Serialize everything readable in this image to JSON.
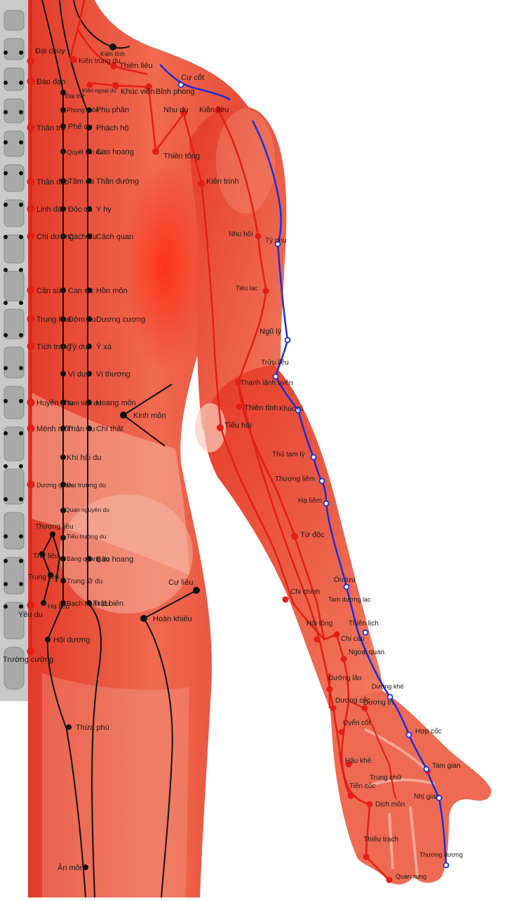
{
  "colors": {
    "muscle": "#e8412f",
    "muscle_dark": "#c42018",
    "muscle_light": "#f6a58f",
    "bone": "#b9b9b9",
    "meridian_red": "#e41e13",
    "meridian_black": "#111111",
    "meridian_blue": "#1b2fd6"
  },
  "labels": {
    "dai_chuy": "Đại chùy",
    "dao_dao": "Đào đạo",
    "than_tru": "Thân trụ",
    "than_dao": "Thần đạo",
    "linh_dai": "Linh đài",
    "chi_duong": "Chí dương",
    "can_suc": "Cân súc",
    "trung_khu": "Trung khu",
    "tich_trung": "Tích trung",
    "huyen_khu": "Huyền khu",
    "menh_mon": "Mệnh môn",
    "duong_quan": "Dương quan",
    "yeu_du": "Yêu du",
    "truong_cuong": "Trường cường",
    "kien_trung_du": "Kiên trung du",
    "kien_tinh": "Kiên tỉnh",
    "thien_lieu": "Thiên liêu",
    "kien_ngoai_du": "Kiên ngoại du",
    "khuc_vien": "Khúc viên",
    "binh_phong": "Bỉnh phong",
    "cu_cot": "Cự cốt",
    "nhu_du": "Nhu du",
    "kien_lieu": "Kiên liêu",
    "thien_tong": "Thiên tông",
    "kien_trinh": "Kiên trinh",
    "dai_tru": "Đại trữ",
    "phong_mon": "Phong môn",
    "phe_du": "Phế du",
    "quyet_am_du": "Quyết âm du",
    "tam_du": "Tâm du",
    "doc_du": "Đốc du",
    "cach_du": "Cách du",
    "can_du": "Can du",
    "dom_du": "Đởm du",
    "ty_du": "Tỳ du",
    "vi_du": "Vị du",
    "tam_tieu_du": "Tam tiêu du",
    "than_du": "Thận du",
    "khi_hai_du": "Khí hải du",
    "dai_truong_du": "Đại trường du",
    "quan_nguyen_du": "Quan nguyên du",
    "tieu_truong_du": "Tiểu trường du",
    "bang_quang_du": "Bàng quang du",
    "trung_lu_du": "Trung lữ du",
    "bach_hoan_du": "Bạch hoàn du",
    "thuong_lieu": "Thượng liêu",
    "thu_lieu": "Thứ liêu",
    "trung_lieu": "Trung liêu",
    "ha_lieu": "Hạ liêu",
    "hoi_duong": "Hội dương",
    "phu_phan": "Phụ phân",
    "phach_ho": "Phách hộ",
    "cao_hoang": "Cao hoang",
    "than_duong": "Thần đường",
    "y_hy": "Y hy",
    "cach_quan": "Cách quan",
    "hon_mon": "Hồn môn",
    "duong_cuong": "Dương cương",
    "y_xa": "Ý xá",
    "vi_thuong": "Vị thương",
    "hoang_mon": "Hoang môn",
    "chi_that": "Chí thất",
    "bao_hoang": "Bào hoang",
    "trat_bien": "Trật biên",
    "kinh_mon": "Kinh môn",
    "cu_lieu": "Cư liêu",
    "hoan_khieu": "Hoàn khiêu",
    "thua_phu": "Thừa phù",
    "an_mon": "Ân môn",
    "ty_nhu": "Tý nhu",
    "nhu_hoi": "Nhu hội",
    "tieu_lac": "Tiêu lạc",
    "ngu_ly": "Ngũ lý",
    "tru_lieu": "Trửu liêu",
    "thanh_lanh_uyen": "Thanh lãnh uyên",
    "thien_tinh": "Thiên tỉnh",
    "tieu_hai": "Tiểu hải",
    "khuc_tri": "Khúc trì",
    "thu_tam_ly": "Thủ tam lý",
    "thuong_liem": "Thượng liêm",
    "ha_liem": "Hạ liêm",
    "tu_doc": "Tứ độc",
    "on_luu": "Ôn lưu",
    "chi_chinh": "Chi chính",
    "tam_duong_lac": "Tam dương lạc",
    "hoi_tong": "Hội tông",
    "chi_cau": "Chi câu",
    "thien_lich": "Thiên lịch",
    "ngoai_quan": "Ngoại quan",
    "duong_lao": "Dưỡng lão",
    "duong_khe": "Dương khê",
    "duong_coc": "Dương cốc",
    "duong_tri": "Dương trì",
    "uyen_cot": "Uyển cốt",
    "hop_coc": "Hợp cốc",
    "hau_khe": "Hậu khê",
    "tam_gian": "Tam gian",
    "trung_chu": "Trung chữ",
    "tien_coc": "Tiền cốc",
    "nhi_giai": "Nhị giai",
    "dich_mon": "Dịch môn",
    "thieu_trach": "Thiếu trạch",
    "thuong_duong": "Thương dương",
    "quan_xung": "Quan xung"
  }
}
